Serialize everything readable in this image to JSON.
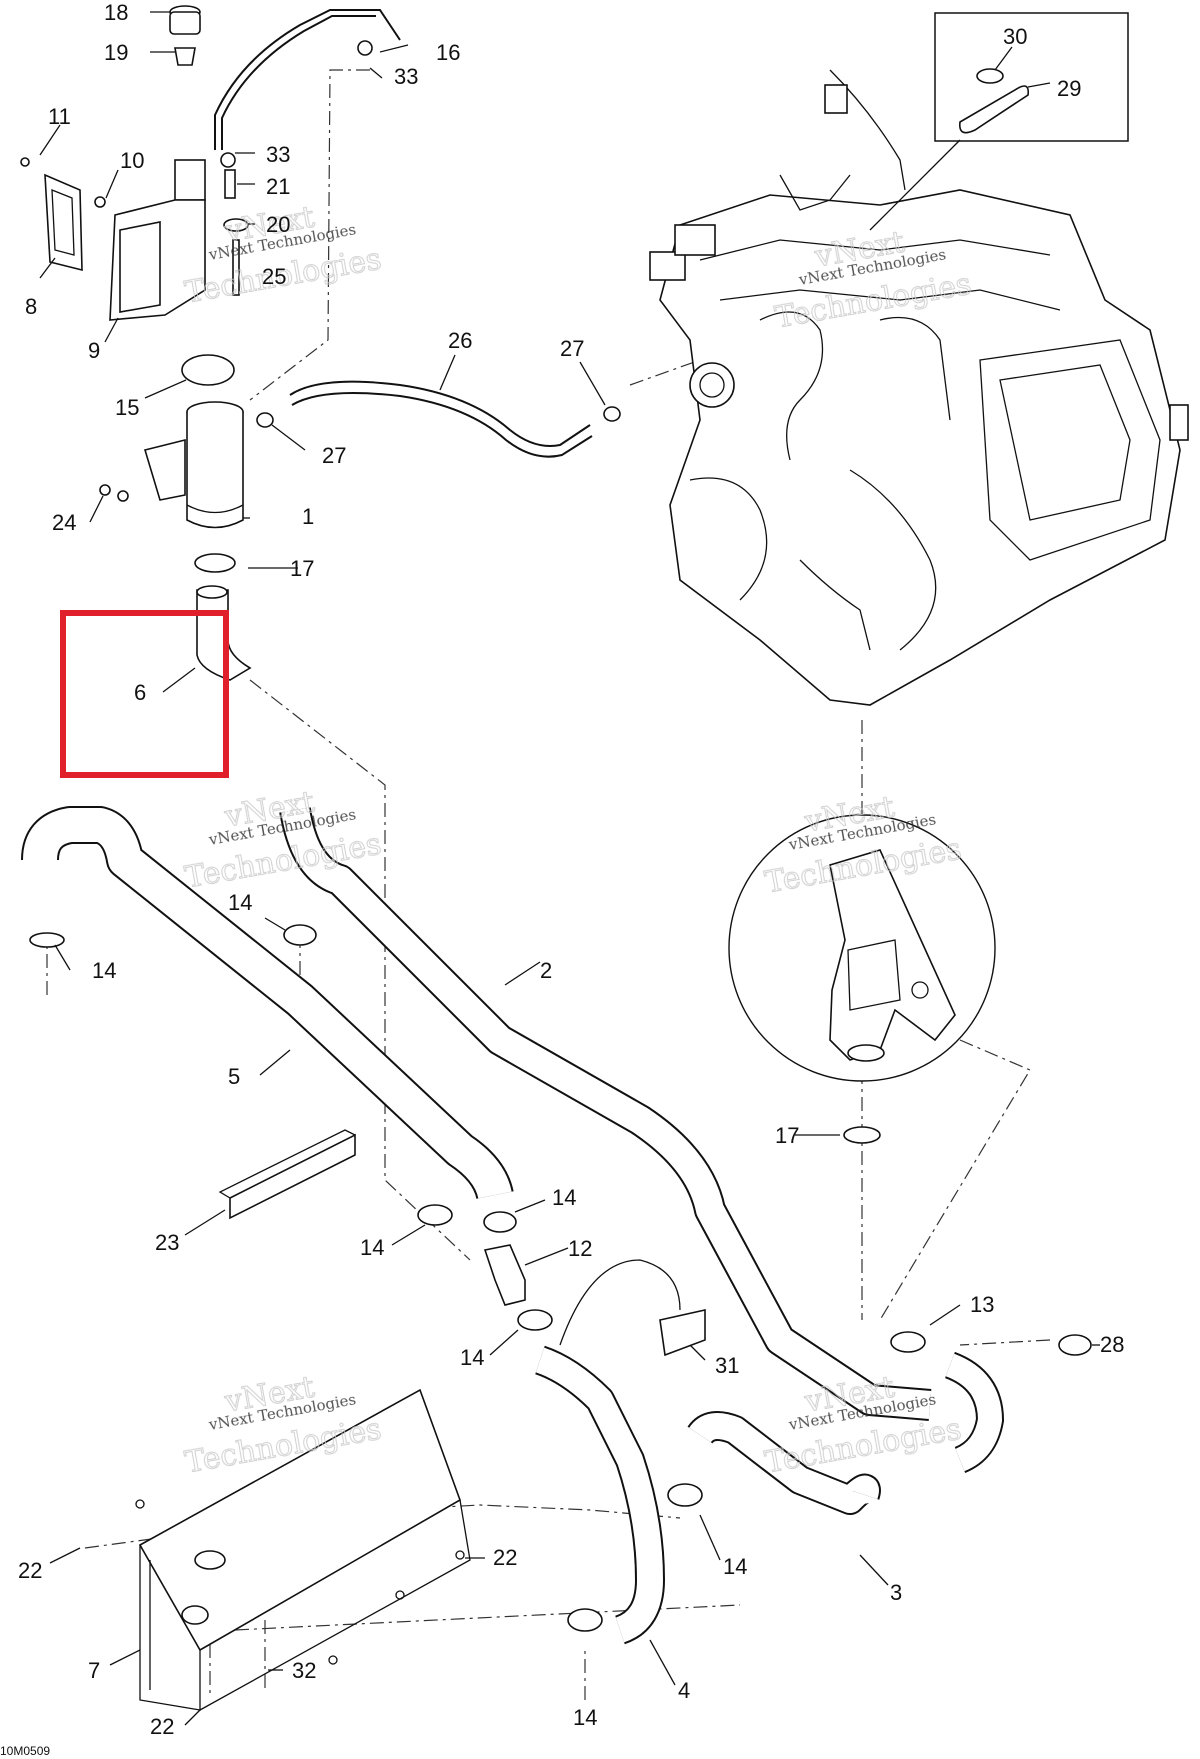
{
  "diagram_code": "10M0509",
  "watermark": {
    "line1": "vNext Technologies",
    "line2": "vNext",
    "line3": "Technologies"
  },
  "callouts": {
    "c1": "1",
    "c2": "2",
    "c3": "3",
    "c4": "4",
    "c5": "5",
    "c6": "6",
    "c7": "7",
    "c8": "8",
    "c9": "9",
    "c10": "10",
    "c11": "11",
    "c12": "12",
    "c13": "13",
    "c14a": "14",
    "c14b": "14",
    "c14c": "14",
    "c14d": "14",
    "c14e": "14",
    "c14f": "14",
    "c14g": "14",
    "c15": "15",
    "c16": "16",
    "c17a": "17",
    "c17b": "17",
    "c18": "18",
    "c19": "19",
    "c20": "20",
    "c21": "21",
    "c22a": "22",
    "c22b": "22",
    "c22c": "22",
    "c23": "23",
    "c24": "24",
    "c25": "25",
    "c26": "26",
    "c27a": "27",
    "c27b": "27",
    "c28": "28",
    "c29": "29",
    "c30": "30",
    "c31": "31",
    "c32": "32",
    "c33a": "33",
    "c33b": "33"
  },
  "highlight_color": "#e0202a"
}
